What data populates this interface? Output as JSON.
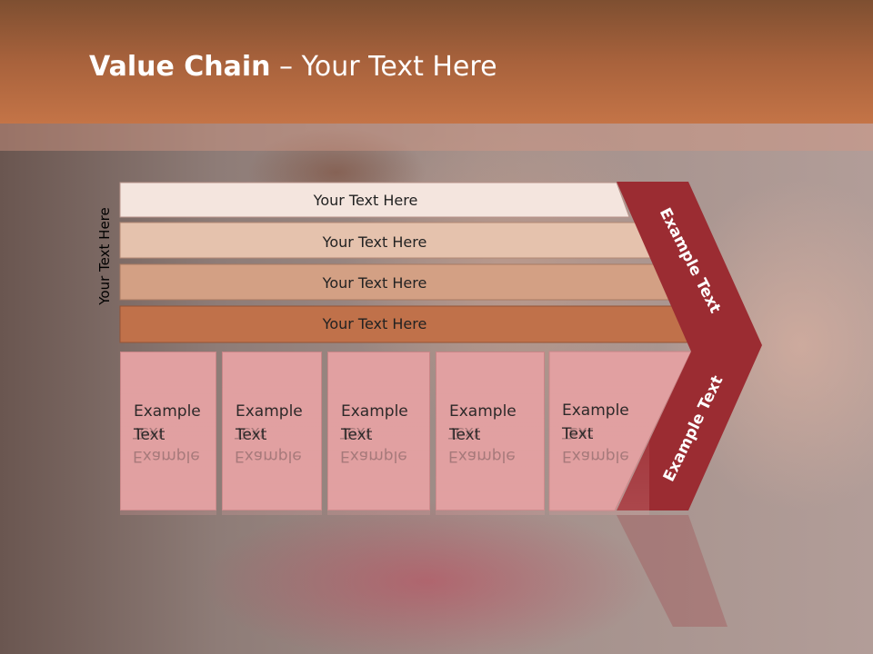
{
  "header": {
    "title_bold": "Value Chain",
    "title_rest": " – Your Text Here"
  },
  "side_label": "Your Text Here",
  "bands": [
    {
      "label": "Your Text Here",
      "color": "#f4e5de"
    },
    {
      "label": "Your Text Here",
      "color": "#e5c2ad"
    },
    {
      "label": "Your Text Here",
      "color": "#d3a084"
    },
    {
      "label": "Your Text Here",
      "color": "#c0714a"
    }
  ],
  "boxes": [
    {
      "line1": "Example",
      "line2": "Text"
    },
    {
      "line1": "Example",
      "line2": "Text"
    },
    {
      "line1": "Example",
      "line2": "Text"
    },
    {
      "line1": "Example",
      "line2": "Text"
    },
    {
      "line1": "Example",
      "line2": "Text"
    }
  ],
  "chevron": {
    "upper_text": "Example Text",
    "lower_text": "Example Text",
    "color": "#9b2c32"
  }
}
